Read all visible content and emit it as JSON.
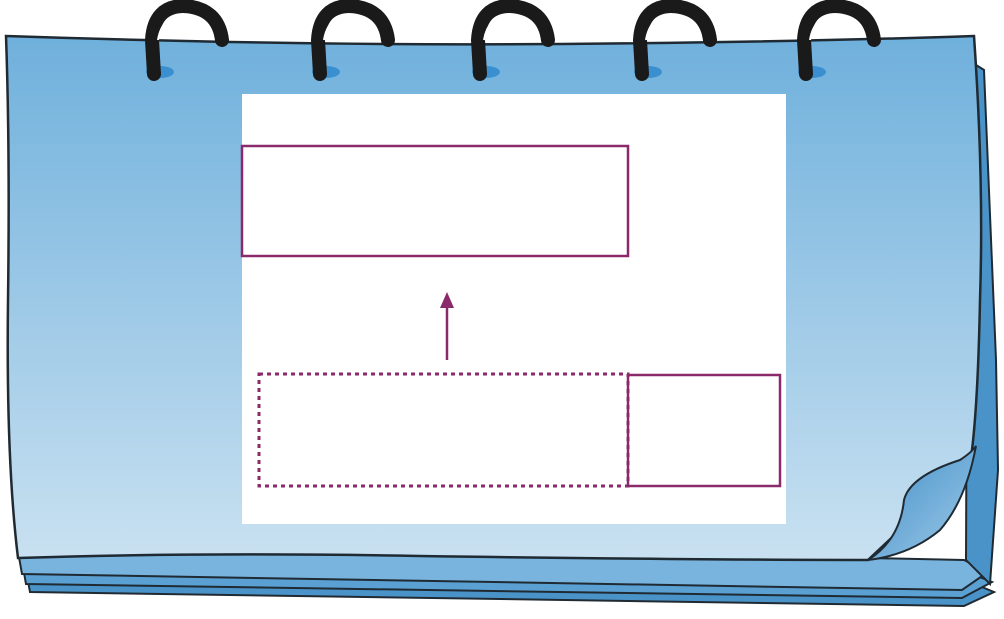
{
  "colors": {
    "background": "#ffffff",
    "pad_blue_top": "#6fb0dc",
    "pad_blue_bottom": "#c9e1f1",
    "pad_edge_dark": "#1f2a33",
    "page_stack": "#4a93c8",
    "ring_black": "#1a1a1a",
    "ring_hole": "#3a8fd0",
    "sheet_white": "#ffffff",
    "diagram_stroke": "#8b2a6a"
  },
  "icons": {
    "binder_rings": "binder-ring-icon",
    "upward_arrow": "arrow-up-icon",
    "curled_corner": "page-curl-icon"
  },
  "diagram": {
    "elements": [
      "top-box",
      "upward-arrow",
      "dotted-box",
      "right-box"
    ],
    "box_count": 3,
    "dotted_boxes": 1
  }
}
